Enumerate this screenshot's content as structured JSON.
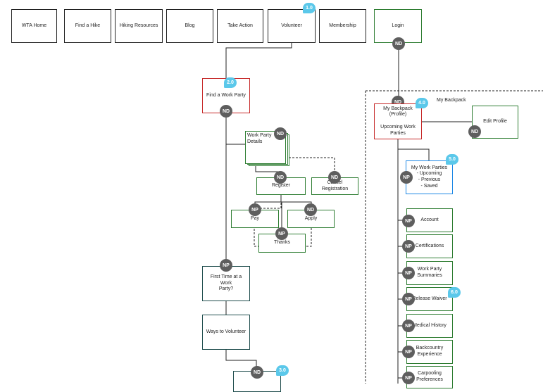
{
  "nav": {
    "items": [
      {
        "label": "WTA Home"
      },
      {
        "label": "Find a Hike"
      },
      {
        "label": "Hiking Resources"
      },
      {
        "label": "Blog"
      },
      {
        "label": "Take Action"
      },
      {
        "label": "Volunteer",
        "version": "1.0"
      },
      {
        "label": "Membership"
      },
      {
        "label": "Login",
        "badge": "ND"
      }
    ]
  },
  "flow": {
    "find_work_party": {
      "label": "Find a Work Party",
      "version": "2.0",
      "badge": "ND"
    },
    "work_party_details": {
      "label": "Work Party\nDetails",
      "badge": "ND"
    },
    "register": {
      "label": "Register",
      "badge": "ND"
    },
    "cancel_registration": {
      "label": "Cancel Registration",
      "badge": "ND"
    },
    "pay": {
      "label": "Pay",
      "badge": "NP"
    },
    "apply": {
      "label": "Apply",
      "badge": "ND"
    },
    "thanks": {
      "label": "Thanks",
      "badge": "NP"
    },
    "first_time": {
      "label": "First Time at a Work\nParty?",
      "badge": "NP"
    },
    "ways_to_volunteer": {
      "label": "Ways to Volunteer"
    },
    "next": {
      "badge": "ND",
      "version": "3.0"
    }
  },
  "backpack": {
    "region_label": "My Backpack",
    "entry_badge": "ND",
    "profile": {
      "label": "My Backpack\n(Profile)\n\nUpcoming Work\nParties",
      "version": "4.0"
    },
    "edit_profile": {
      "label": "Edit Profile",
      "badge": "ND"
    },
    "work_parties": {
      "label": "My Work Parties\n- Upcoming\n- Previous\n- Saved",
      "version": "5.0",
      "badge": "NP"
    },
    "items": [
      {
        "label": "Account",
        "badge": "NP"
      },
      {
        "label": "Certifications",
        "badge": "NP"
      },
      {
        "label": "Work Party\nSummaries",
        "badge": "NP"
      },
      {
        "label": "Release Waiver",
        "badge": "NP",
        "version": "6.0"
      },
      {
        "label": "Medical History",
        "badge": "NP"
      },
      {
        "label": "Backcountry\nExperience",
        "badge": "NP"
      },
      {
        "label": "Carpooling\nPreferences",
        "badge": "NP"
      }
    ]
  },
  "colors": {
    "badge": "#5e5e5e",
    "version_tag": "#5bc8ea",
    "green_border": "#2e7d32",
    "red_border": "#c62828",
    "blue_border": "#1e88e5"
  }
}
